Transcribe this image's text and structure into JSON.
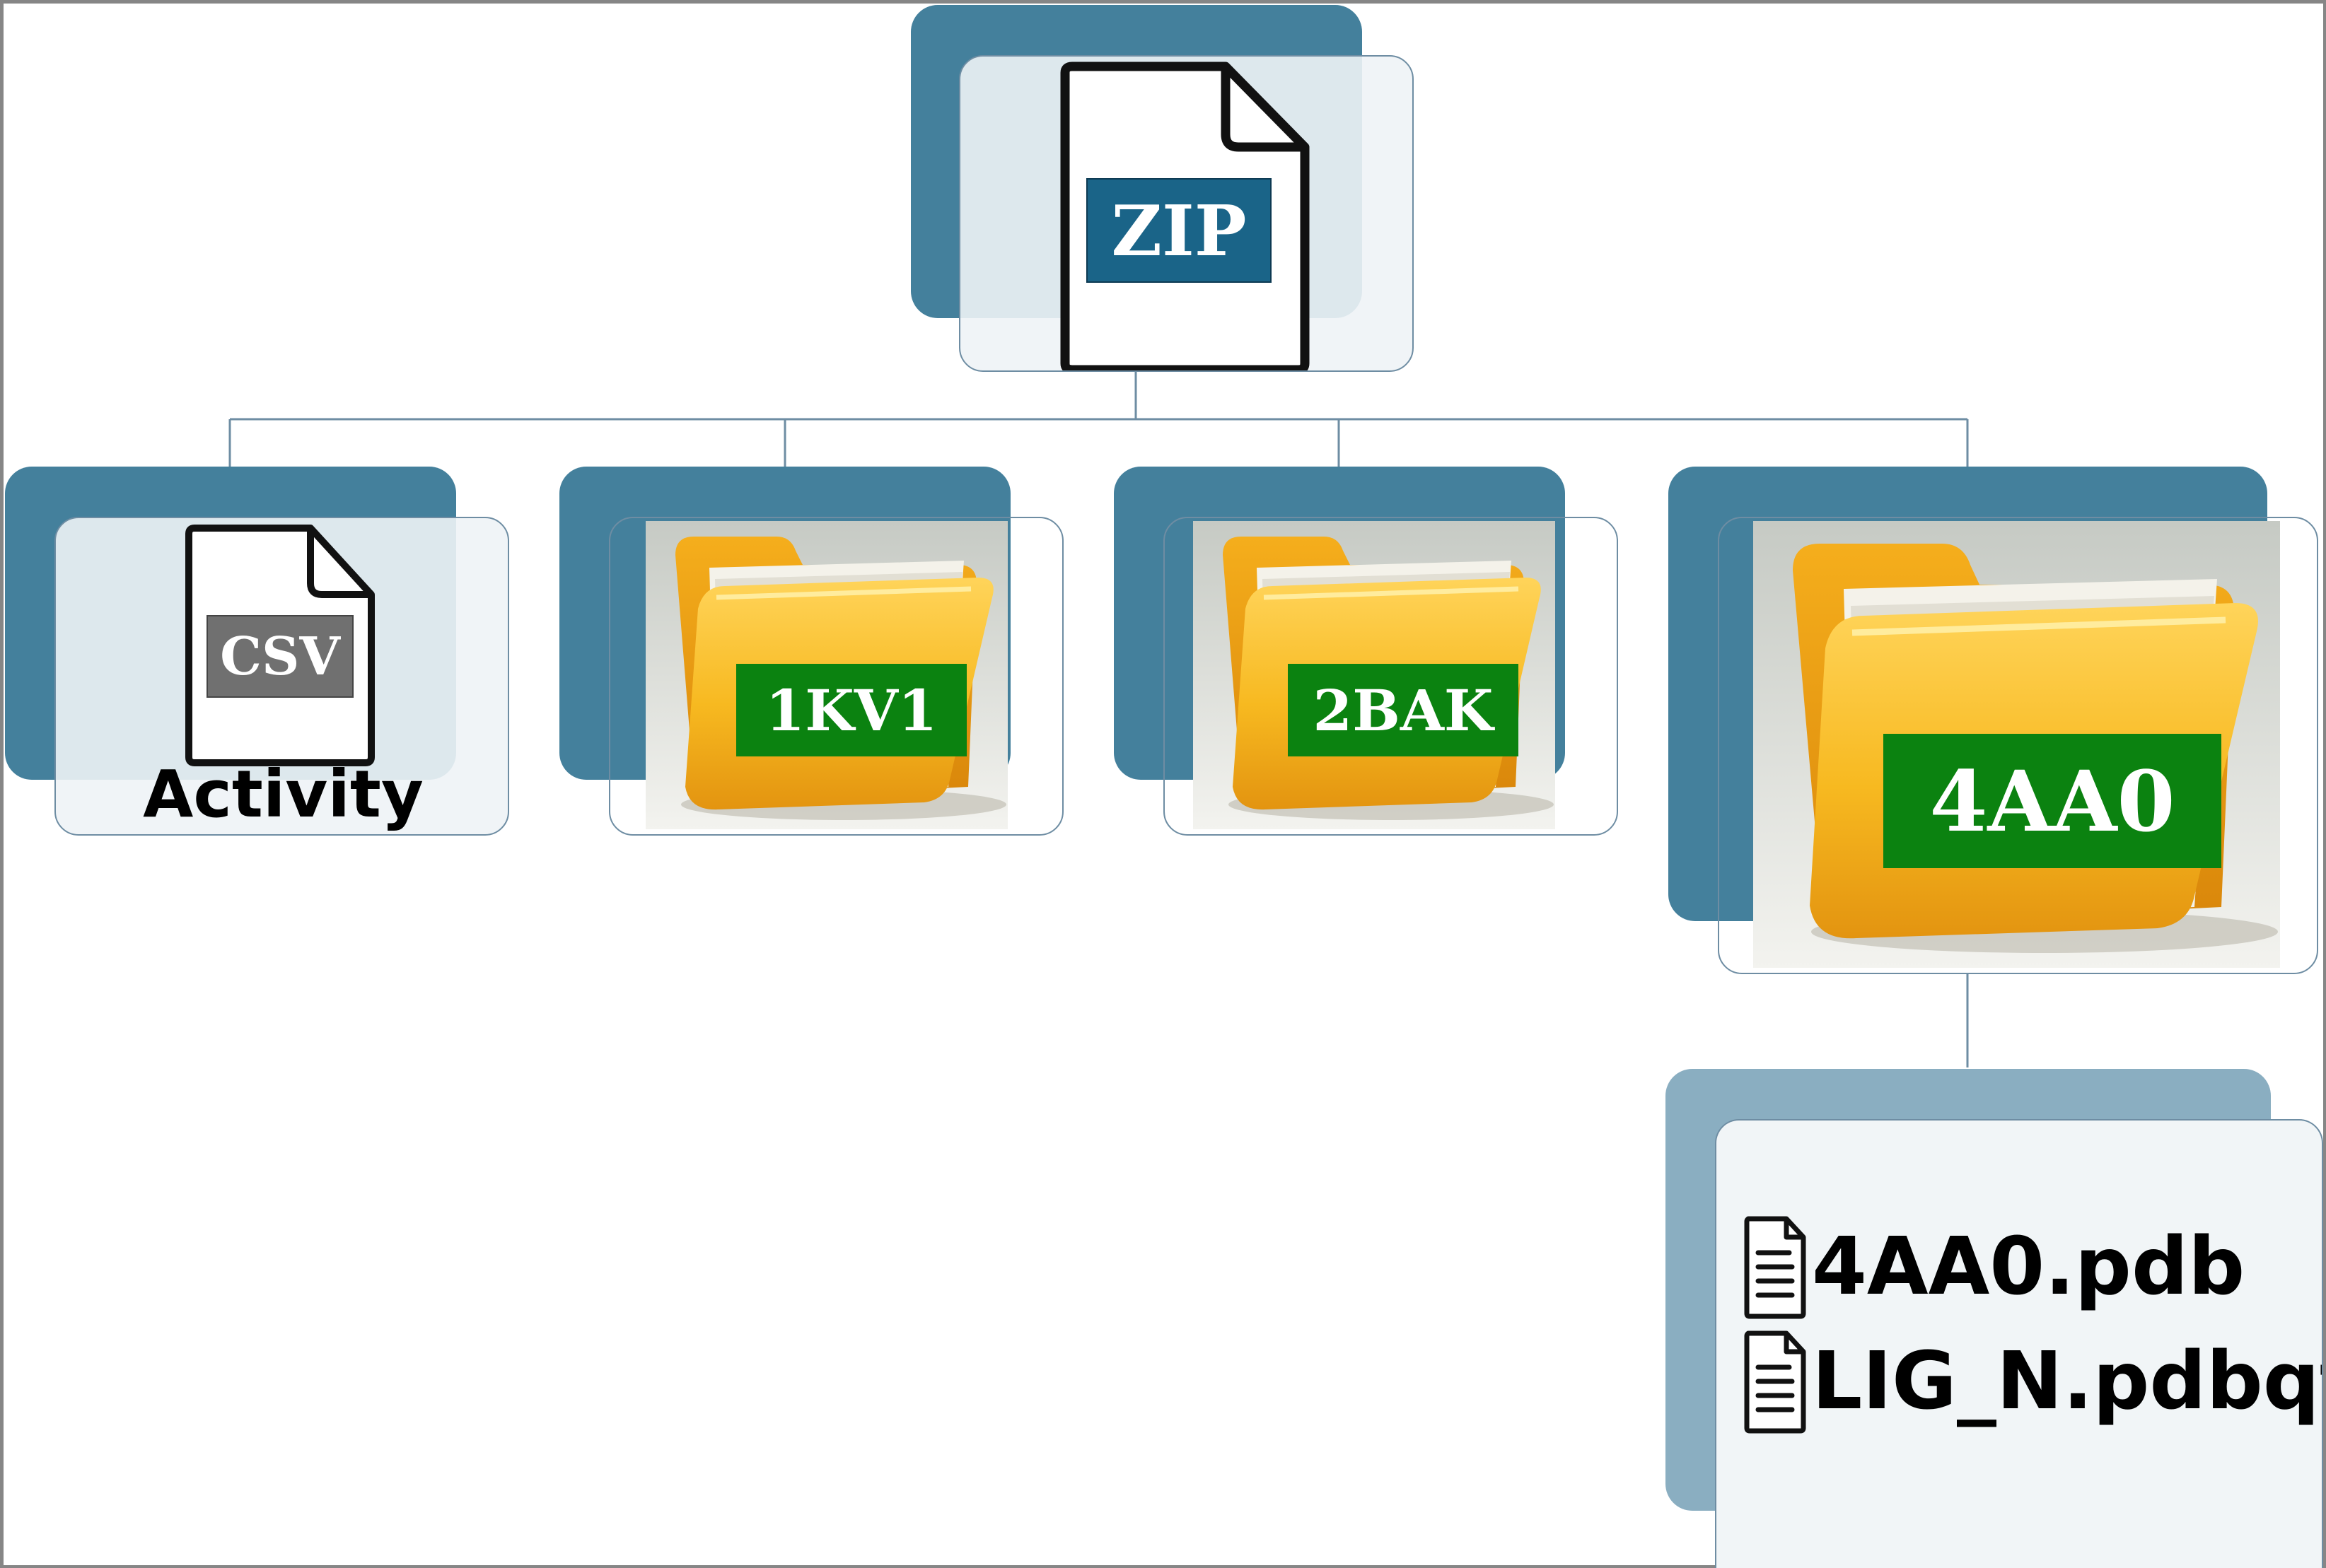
{
  "diagram": {
    "root": {
      "kind": "zip",
      "label": "ZIP"
    },
    "children": [
      {
        "kind": "csv",
        "label": "CSV",
        "caption": "Activity"
      },
      {
        "kind": "folder",
        "label": "1KV1"
      },
      {
        "kind": "folder",
        "label": "2BAK"
      },
      {
        "kind": "folder",
        "label": "4AA0"
      }
    ],
    "files": [
      {
        "name": "4AA0.pdb",
        "icon": "document-icon"
      },
      {
        "name": "LIG_N.pdbqt",
        "icon": "document-icon"
      }
    ]
  },
  "colors": {
    "back_dark": "#44809c",
    "back_mid": "#5a8fa7",
    "back_light": "#8aaec1",
    "zip_label_bg": "#1a6488",
    "csv_label_bg": "#707070",
    "tag_green": "#0b8210",
    "folder_yellow": "#f7b920"
  }
}
